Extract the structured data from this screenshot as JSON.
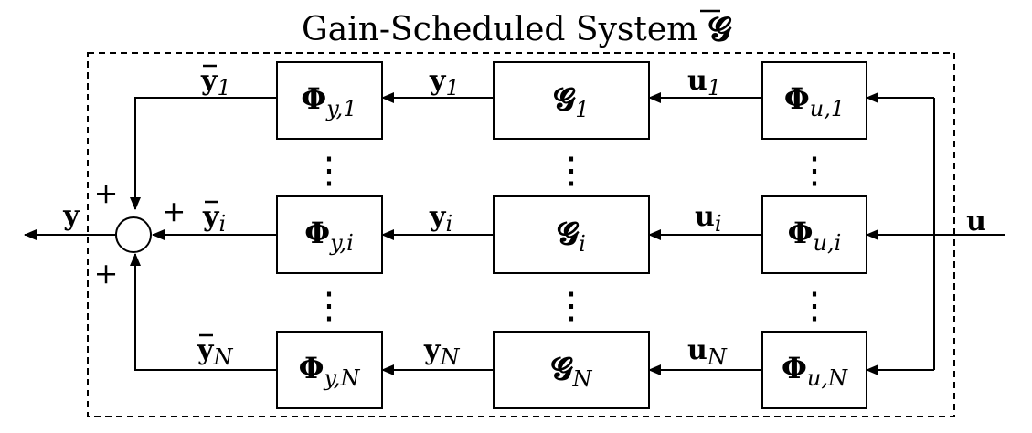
{
  "title": {
    "text": "Gain-Scheduled System ",
    "symbol": "𝓖"
  },
  "rows": [
    {
      "phi_y": {
        "main": "Φ",
        "sub": "y,1"
      },
      "g": {
        "main": "𝓖",
        "sub": "1"
      },
      "phi_u": {
        "main": "Φ",
        "sub": "u,1"
      },
      "ybar": {
        "main": "y",
        "sub": "1"
      },
      "y": {
        "main": "y",
        "sub": "1"
      },
      "u": {
        "main": "u",
        "sub": "1"
      }
    },
    {
      "phi_y": {
        "main": "Φ",
        "sub": "y,i"
      },
      "g": {
        "main": "𝓖",
        "sub": "i"
      },
      "phi_u": {
        "main": "Φ",
        "sub": "u,i"
      },
      "ybar": {
        "main": "y",
        "sub": "i"
      },
      "y": {
        "main": "y",
        "sub": "i"
      },
      "u": {
        "main": "u",
        "sub": "i"
      }
    },
    {
      "phi_y": {
        "main": "Φ",
        "sub": "y,N"
      },
      "g": {
        "main": "𝓖",
        "sub": "N"
      },
      "phi_u": {
        "main": "Φ",
        "sub": "u,N"
      },
      "ybar": {
        "main": "y",
        "sub": "N"
      },
      "y": {
        "main": "y",
        "sub": "N"
      },
      "u": {
        "main": "u",
        "sub": "N"
      }
    }
  ],
  "input": "u",
  "output": "y",
  "sum_signs": [
    "+",
    "+",
    "+"
  ],
  "continuation": "⋮"
}
